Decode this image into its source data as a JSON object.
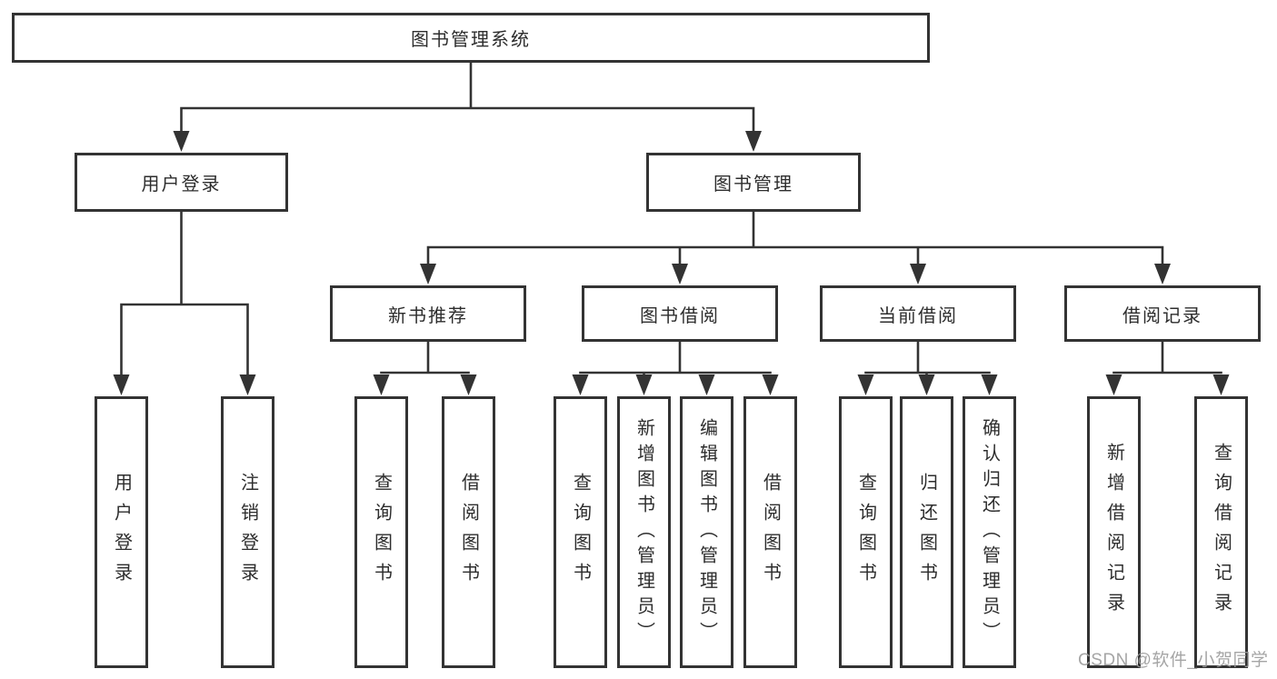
{
  "diagram": {
    "type": "tree",
    "root": "图书管理系统",
    "level2": {
      "user_login": "用户登录",
      "book_management": "图书管理"
    },
    "level3": {
      "new_book_recommend": "新书推荐",
      "book_borrow": "图书借阅",
      "current_borrow": "当前借阅",
      "borrow_record": "借阅记录"
    },
    "leaves": {
      "user_login": "用户登录",
      "logout": "注销登录",
      "rec_query_book": "查询图书",
      "rec_borrow_book": "借阅图书",
      "bb_query_book": "查询图书",
      "bb_add_book": "新增图书（管理员）",
      "bb_edit_book": "编辑图书（管理员）",
      "bb_borrow_book": "借阅图书",
      "cb_query_book": "查询图书",
      "cb_return_book": "归还图书",
      "cb_confirm_return": "确认归还（管理员）",
      "br_add_record": "新增借阅记录",
      "br_query_record": "查询借阅记录"
    },
    "hierarchy": {
      "图书管理系统": [
        "用户登录",
        "图书管理"
      ],
      "用户登录": [
        "用户登录",
        "注销登录"
      ],
      "图书管理": [
        "新书推荐",
        "图书借阅",
        "当前借阅",
        "借阅记录"
      ],
      "新书推荐": [
        "查询图书",
        "借阅图书"
      ],
      "图书借阅": [
        "查询图书",
        "新增图书（管理员）",
        "编辑图书（管理员）",
        "借阅图书"
      ],
      "当前借阅": [
        "查询图书",
        "归还图书",
        "确认归还（管理员）"
      ],
      "借阅记录": [
        "新增借阅记录",
        "查询借阅记录"
      ]
    }
  },
  "watermark": "CSDN @软件_小贺同学",
  "colors": {
    "line": "#333333",
    "box_border": "#333333",
    "text": "#2d2d2d",
    "watermark": "#9c9c9c",
    "background": "#ffffff"
  }
}
